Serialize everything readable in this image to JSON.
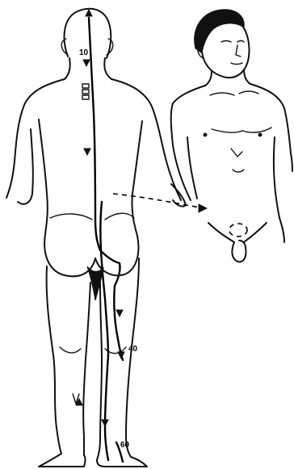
{
  "markers": {
    "m10": "10",
    "m40": "40",
    "m60": "60"
  }
}
